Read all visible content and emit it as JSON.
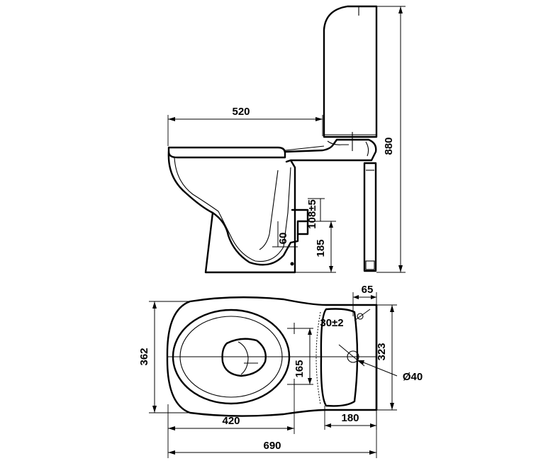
{
  "side_view": {
    "length_label": "520",
    "height_label": "880",
    "outlet_height_label": "185",
    "outlet_range_label": "108±5",
    "outlet_offset_label": "60"
  },
  "top_view": {
    "width_label": "362",
    "fixing_distance_label": "420",
    "total_length_label": "690",
    "fixing_spacing_label": "165",
    "tank_depth_label": "180",
    "tank_width_label": "323",
    "offset_label": "65",
    "hole_position_label": "30±2",
    "hole_diameter_label": "Ø40"
  }
}
